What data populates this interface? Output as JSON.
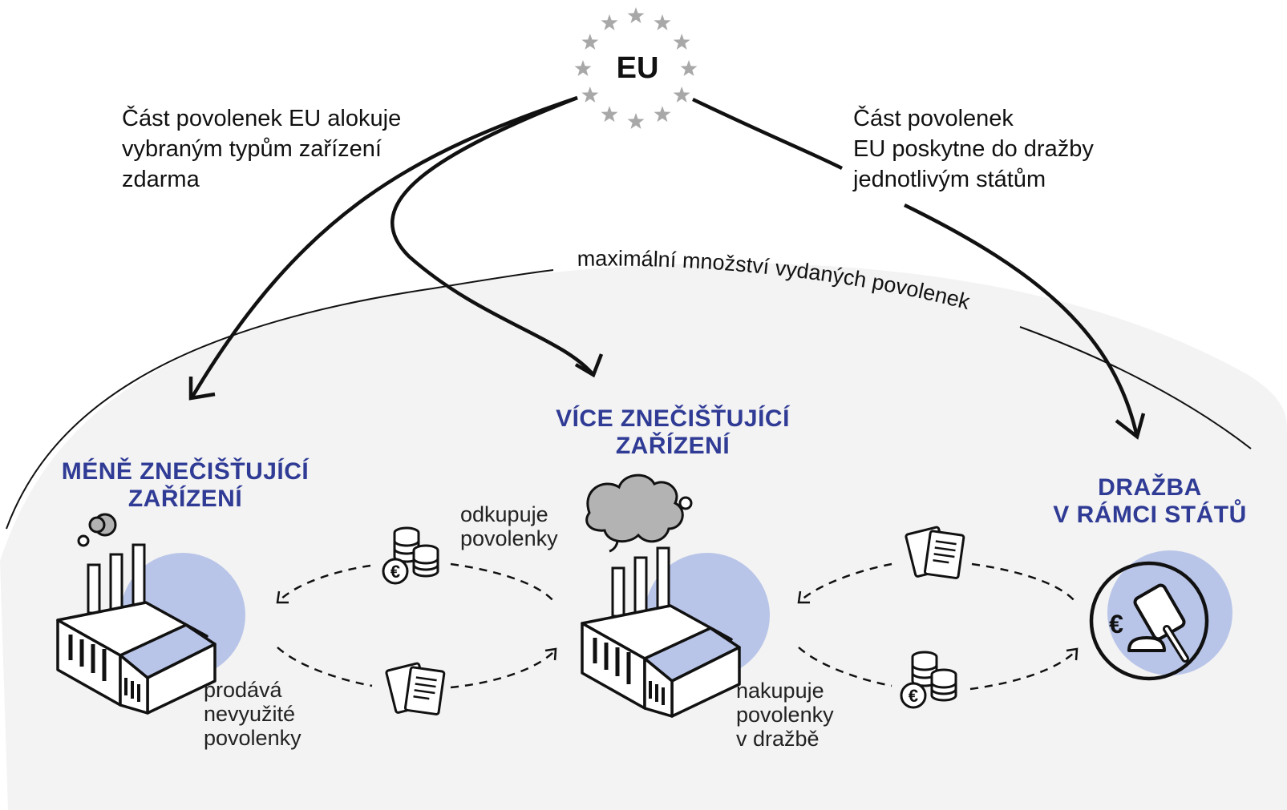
{
  "eu": {
    "label": "EU"
  },
  "free_allocation": {
    "lines": [
      "Část povolenek EU alokuje",
      "vybraným typům zařízení",
      "zdarma"
    ]
  },
  "state_auction": {
    "lines": [
      "Část povolenek",
      "EU poskytne do dražby",
      "jednotlivým státům"
    ]
  },
  "cap_label": "maximální množství vydaných povolenek",
  "nodes": {
    "less_polluting": {
      "title_lines": [
        "MÉNĚ ZNEČIŠŤUJÍCÍ",
        "ZAŘÍZENÍ"
      ]
    },
    "more_polluting": {
      "title_lines": [
        "VÍCE ZNEČIŠŤUJÍCÍ",
        "ZAŘÍZENÍ"
      ]
    },
    "auction": {
      "title_lines": [
        "DRAŽBA",
        "V RÁMCI STÁTŮ"
      ]
    }
  },
  "flows": {
    "buys_permits": {
      "lines": [
        "odkupuje",
        "povolenky"
      ]
    },
    "sells_unused": {
      "lines": [
        "prodává",
        "nevyužité",
        "povolenky"
      ]
    },
    "buys_at_auction": {
      "lines": [
        "nakupuje",
        "povolenky",
        "v dražbě"
      ]
    }
  },
  "icons": [
    "eu-stars-icon",
    "factory-icon",
    "smoke-cloud-icon",
    "coins-icon",
    "euro-icon",
    "permit-documents-icon",
    "gavel-icon"
  ],
  "colors": {
    "title": "#2f3b95",
    "accent_circle": "#b9c5e8",
    "region_fill": "#f3f3f3",
    "smoke": "#b3b3b3",
    "stars": "#a8a8a8"
  }
}
